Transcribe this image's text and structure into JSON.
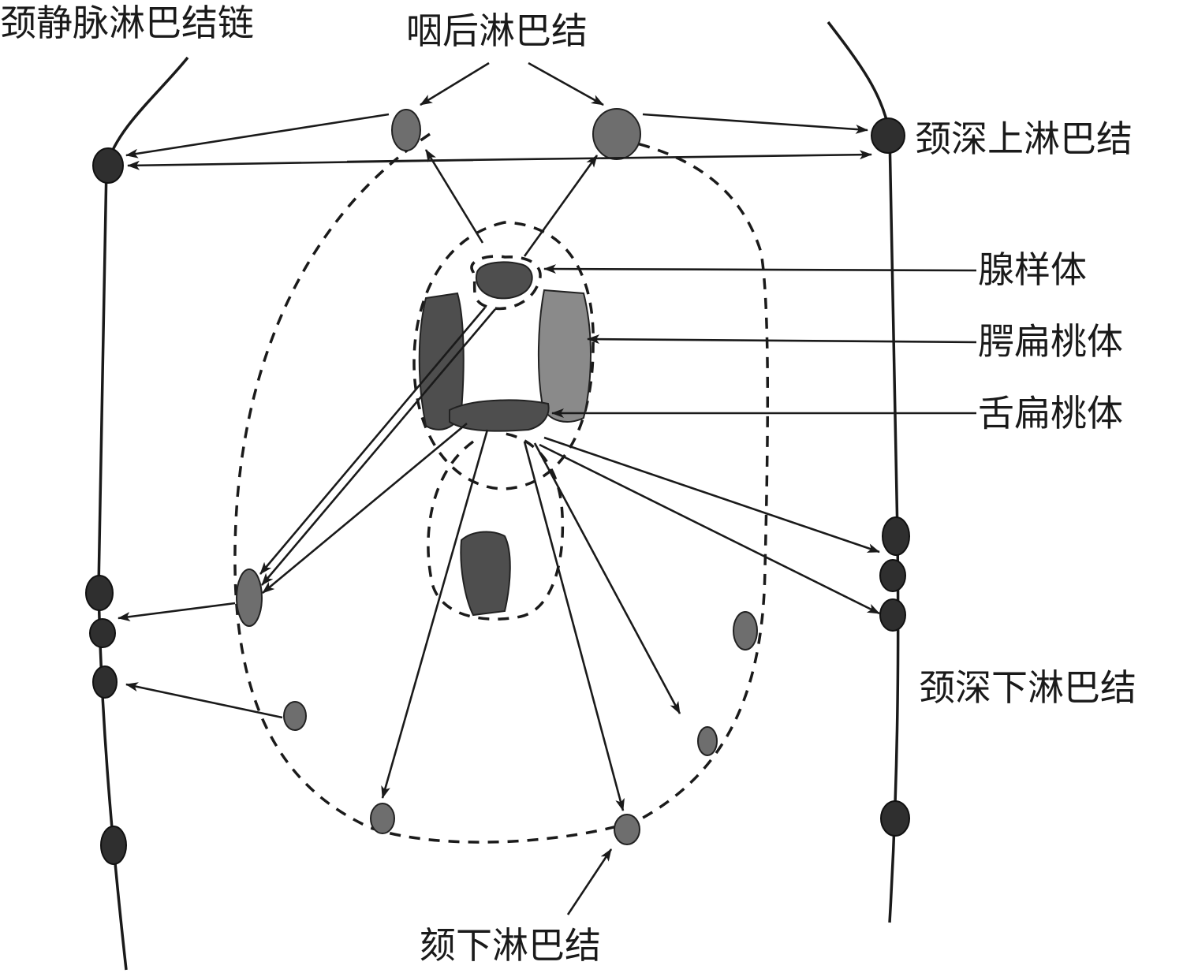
{
  "labels": {
    "jugular_chain": "颈静脉淋巴结链",
    "retropharyngeal": "咽后淋巴结",
    "upper_deep_cervical": "颈深上淋巴结",
    "adenoid": "腺样体",
    "palatine_tonsil": "腭扁桃体",
    "lingual_tonsil": "舌扁桃体",
    "lower_deep_cervical": "颈深下淋巴结",
    "submental": "颏下淋巴结"
  }
}
